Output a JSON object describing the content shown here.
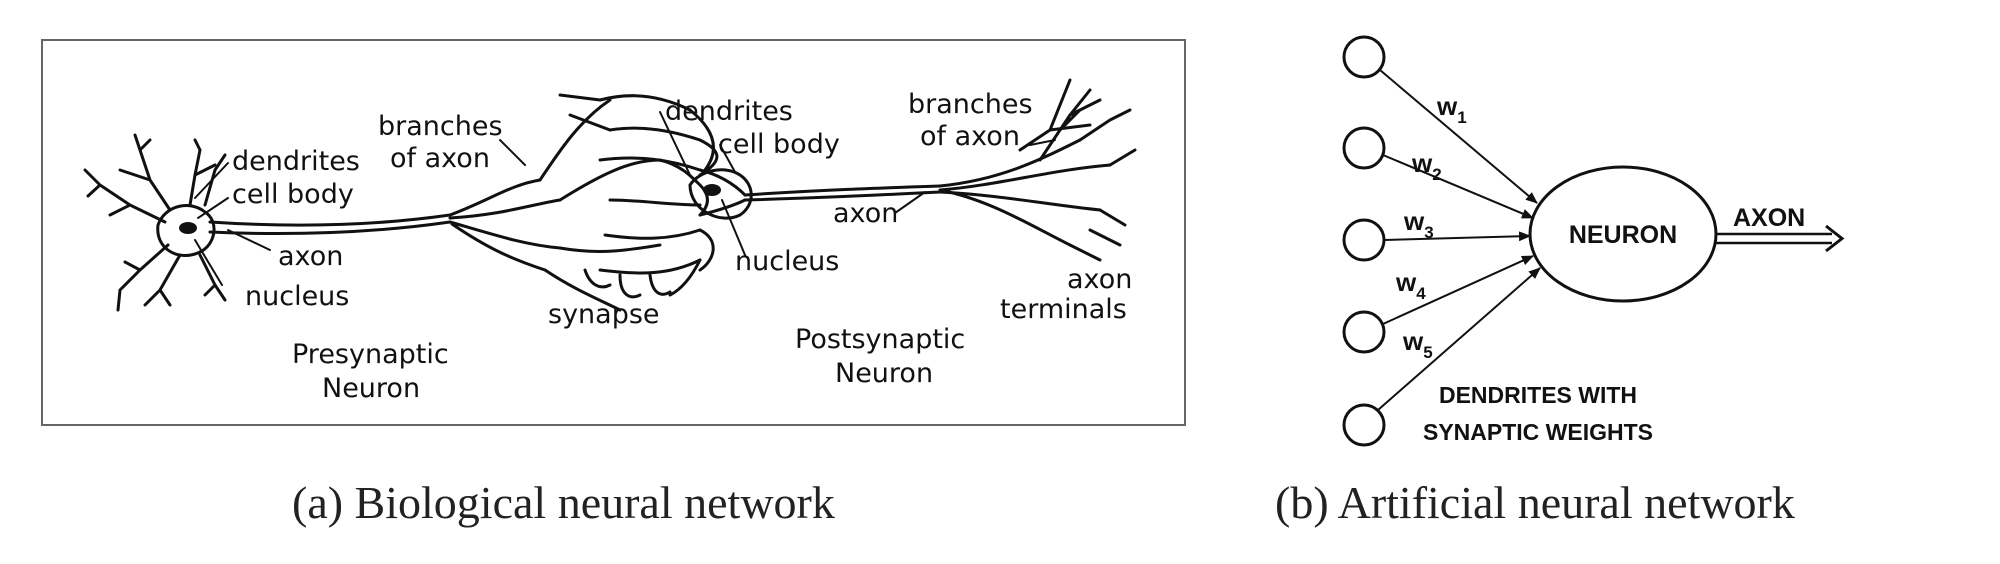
{
  "panel_a": {
    "caption": "(a) Biological neural network",
    "labels": {
      "dendrites_left": "dendrites",
      "cell_body_left": "cell body",
      "axon_left": "axon",
      "nucleus_left": "nucleus",
      "branches_of_axon_left_1": "branches",
      "branches_of_axon_left_2": "of axon",
      "synapse": "synapse",
      "dendrites_mid": "dendrites",
      "cell_body_mid": "cell body",
      "nucleus_mid": "nucleus",
      "axon_right": "axon",
      "branches_of_axon_right_1": "branches",
      "branches_of_axon_right_2": "of axon",
      "axon_terminals_1": "axon",
      "axon_terminals_2": "terminals",
      "presynaptic_1": "Presynaptic",
      "presynaptic_2": "Neuron",
      "postsynaptic_1": "Postsynaptic",
      "postsynaptic_2": "Neuron"
    }
  },
  "panel_b": {
    "caption": "(b) Artificial neural network",
    "neuron_label": "NEURON",
    "axon_label": "AXON",
    "weights": [
      {
        "symbol": "w",
        "sub": "1"
      },
      {
        "symbol": "w",
        "sub": "2"
      },
      {
        "symbol": "w",
        "sub": "3"
      },
      {
        "symbol": "w",
        "sub": "4"
      },
      {
        "symbol": "w",
        "sub": "5"
      }
    ],
    "dendrites_label_1": "DENDRITES WITH",
    "dendrites_label_2": "SYNAPTIC WEIGHTS"
  }
}
